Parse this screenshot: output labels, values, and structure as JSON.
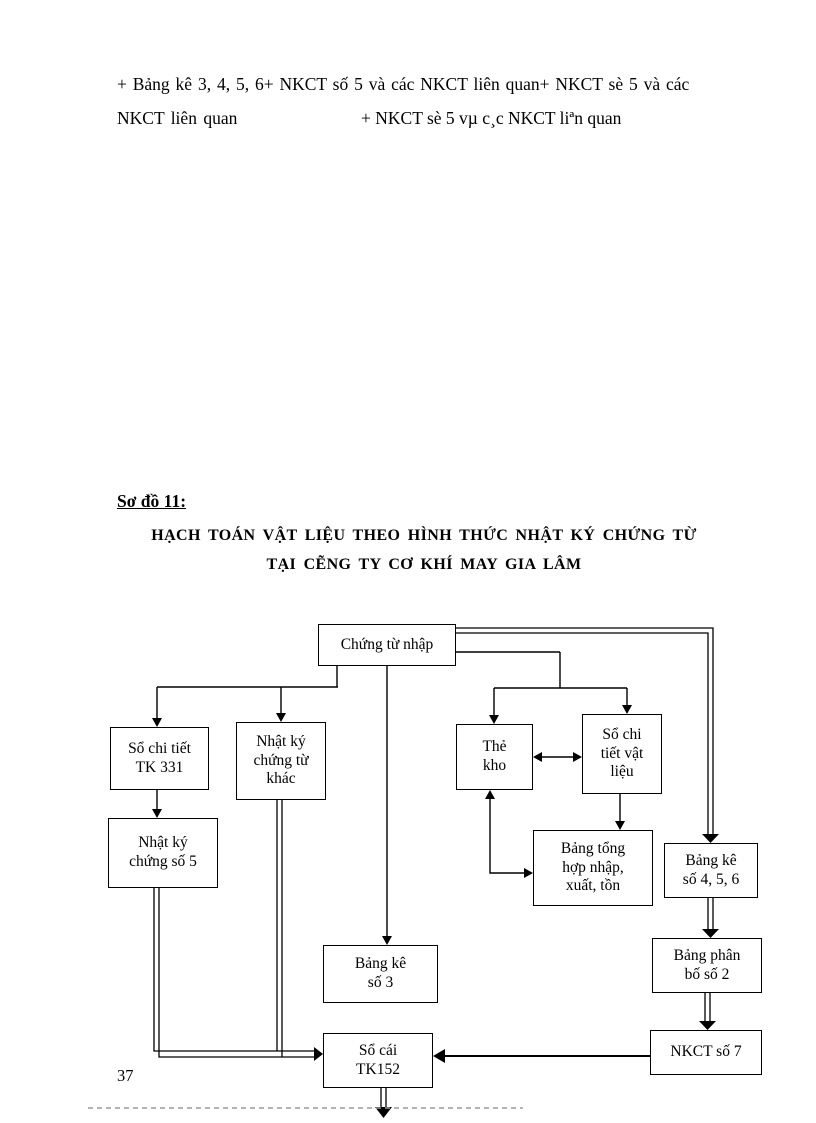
{
  "page_number": "37",
  "intro": {
    "line1": "+ Bảng kê 3, 4, 5, 6+ NKCT số 5 và các NKCT liên quan+ NKCT sè 5 và các",
    "line2_left": "NKCT liên quan",
    "line2_right": "+ NKCT sè 5 vµ c¸c NKCT liªn quan"
  },
  "diagram": {
    "label": "Sơ đồ 11:",
    "title1": "HẠCH TOÁN VẬT LIỆU THEO HÌNH THỨC NHẬT KÝ CHỨNG TỪ",
    "title2": "TẠI CẼNG TY CƠ KHÍ MAY GIA LÂM",
    "boxes": {
      "chung_tu_nhap": "Chứng từ nhập",
      "so_chi_tiet_tk331": "Sổ chi tiết\nTK 331",
      "nhat_ky_chung_tu_khac": "Nhật ký\nchứng từ\nkhác",
      "the_kho": "Thẻ\nkho",
      "so_chi_tiet_vat_lieu": "Sổ chi\ntiết vật\nliệu",
      "nhat_ky_chung_so_5": "Nhật ký\nchứng số 5",
      "bang_tong_hop": "Bảng tổng\nhợp nhập,\nxuất, tồn",
      "bang_ke_4_5_6": "Bảng kê\nsố 4, 5, 6",
      "bang_ke_3": "Bảng kê\nsố 3",
      "bang_phan_bo_2": "Bảng phân\nbố số 2",
      "so_cai_tk152": "Sổ cái\nTK152",
      "nkct_so_7": "NKCT số 7"
    }
  }
}
